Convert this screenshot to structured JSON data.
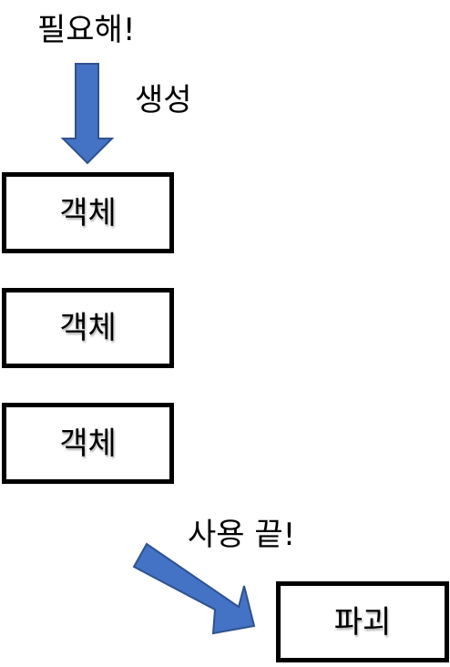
{
  "labels": {
    "need": "필요해!",
    "create": "생성",
    "done": "사용 끝!"
  },
  "objects": [
    "객체",
    "객체",
    "객체"
  ],
  "destroy": "파괴",
  "colors": {
    "arrow_fill": "#4472C4",
    "arrow_stroke": "#2F528F",
    "box_border": "#000000"
  }
}
